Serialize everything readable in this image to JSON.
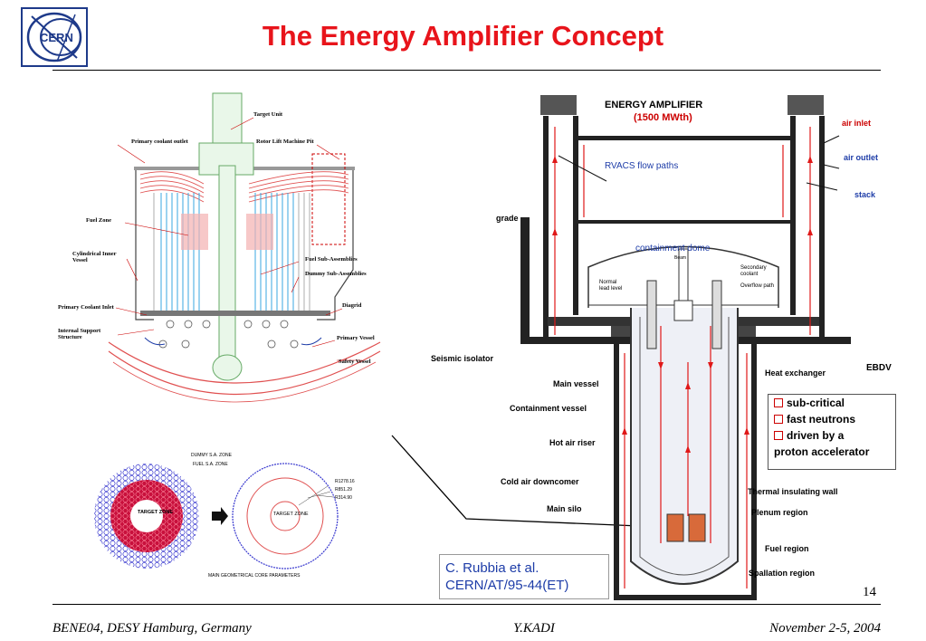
{
  "slide": {
    "title": "The Energy Amplifier Concept",
    "logo_text": "CERN",
    "page_number": "14",
    "footer_left": "BENE04, DESY Hamburg, Germany",
    "footer_center": "Y.KADI",
    "footer_right": "November 2-5, 2004"
  },
  "reactor_diagram": {
    "labels": {
      "target_unit": "Target Unit",
      "primary_coolant_outlet": "Primary coolant outlet",
      "rotor_lift": "Rotor Lift Machine Pit",
      "fuel_zone": "Fuel Zone",
      "cyl_inner_vessel": "Cylindrical Inner Vessel",
      "fuel_sub": "Fuel Sub-Assemblies",
      "dummy_sub": "Dummy Sub-Assemblies",
      "diagrid": "Diagrid",
      "primary_coolant_inlet": "Primary Coolant Inlet",
      "internal_support": "Internal Support Structure",
      "primary_vessel": "Primary Vessel",
      "safety_vessel": "Safety Vessel"
    }
  },
  "core_map": {
    "dummy_zone": "DUMMY S.A. ZONE",
    "fuel_zone": "FUEL  S.A.  ZONE",
    "target_zone": "TARGET ZONE",
    "r1": "R1278.16",
    "r2": "R851.29",
    "r3": "R314.90",
    "caption": "MAIN GEOMETRICAL CORE PARAMETERS"
  },
  "amplifier": {
    "heading": "ENERGY AMPLIFIER",
    "power": "(1500 MWth)",
    "labels": {
      "air_inlet": "air inlet",
      "air_outlet": "air outlet",
      "stack": "stack",
      "rvacs": "RVACS flow paths",
      "grade": "grade",
      "containment_dome": "containment dome",
      "normal_lead": "Normal lead level",
      "beam": "Beam",
      "secondary_coolant": "Secondary coolant",
      "overflow": "Overflow path",
      "seismic": "Seismic isolator",
      "ebdv": "EBDV",
      "heat_exchanger": "Heat exchanger",
      "main_vessel": "Main vessel",
      "containment_vessel": "Containment vessel",
      "hot_air": "Hot air riser",
      "cold_air": "Cold air downcomer",
      "main_silo": "Main silo",
      "thermal_wall": "Thermal insulating wall",
      "plenum": "Plenum region",
      "fuel_region": "Fuel region",
      "spallation": "Spallation region"
    }
  },
  "features": [
    "sub-critical",
    "fast neutrons",
    "driven by a",
    "proton accelerator"
  ],
  "reference": {
    "line1": "C. Rubbia et al.",
    "line2": "CERN/AT/95-44(ET)"
  }
}
